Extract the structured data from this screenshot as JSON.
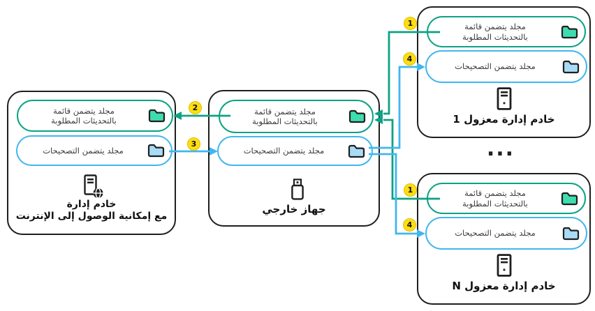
{
  "nodes": {
    "internet_server": {
      "title_line1": "خادم إدارة",
      "title_line2": "مع إمكانية الوصول إلى الإنترنت",
      "updates_folder_line1": "مجلد يتضمن قائمة",
      "updates_folder_line2": "بالتحديثات المطلوبة",
      "patches_folder": "مجلد يتضمن التصحيحات"
    },
    "external_device": {
      "title": "جهاز خارجي",
      "updates_folder_line1": "مجلد يتضمن قائمة",
      "updates_folder_line2": "بالتحديثات المطلوبة",
      "patches_folder": "مجلد يتضمن التصحيحات"
    },
    "isolated_server_1": {
      "title": "خادم إدارة معزول 1",
      "updates_folder_line1": "مجلد يتضمن قائمة",
      "updates_folder_line2": "بالتحديثات المطلوبة",
      "patches_folder": "مجلد يتضمن التصحيحات"
    },
    "isolated_server_n": {
      "title": "خادم إدارة معزول N",
      "updates_folder_line1": "مجلد يتضمن قائمة",
      "updates_folder_line2": "بالتحديثات المطلوبة",
      "patches_folder": "مجلد يتضمن التصحيحات"
    }
  },
  "steps": {
    "step1": "1",
    "step2": "2",
    "step3": "3",
    "step4": "4"
  },
  "ellipsis": "...",
  "icons": {
    "updates_folder": "folder-icon (teal)",
    "patches_folder": "folder-icon (blue)",
    "internet_server": "server-with-globe-icon",
    "external_device": "usb-drive-icon",
    "isolated_server": "server-tower-icon"
  },
  "colors": {
    "green_line": "#0ca283",
    "green_folder_fill": "#3eddb0",
    "blue_line": "#41b6f0",
    "blue_folder_fill": "#a8dbf5",
    "badge_yellow": "#ffdd12",
    "outline_black": "#1f1f1f"
  }
}
